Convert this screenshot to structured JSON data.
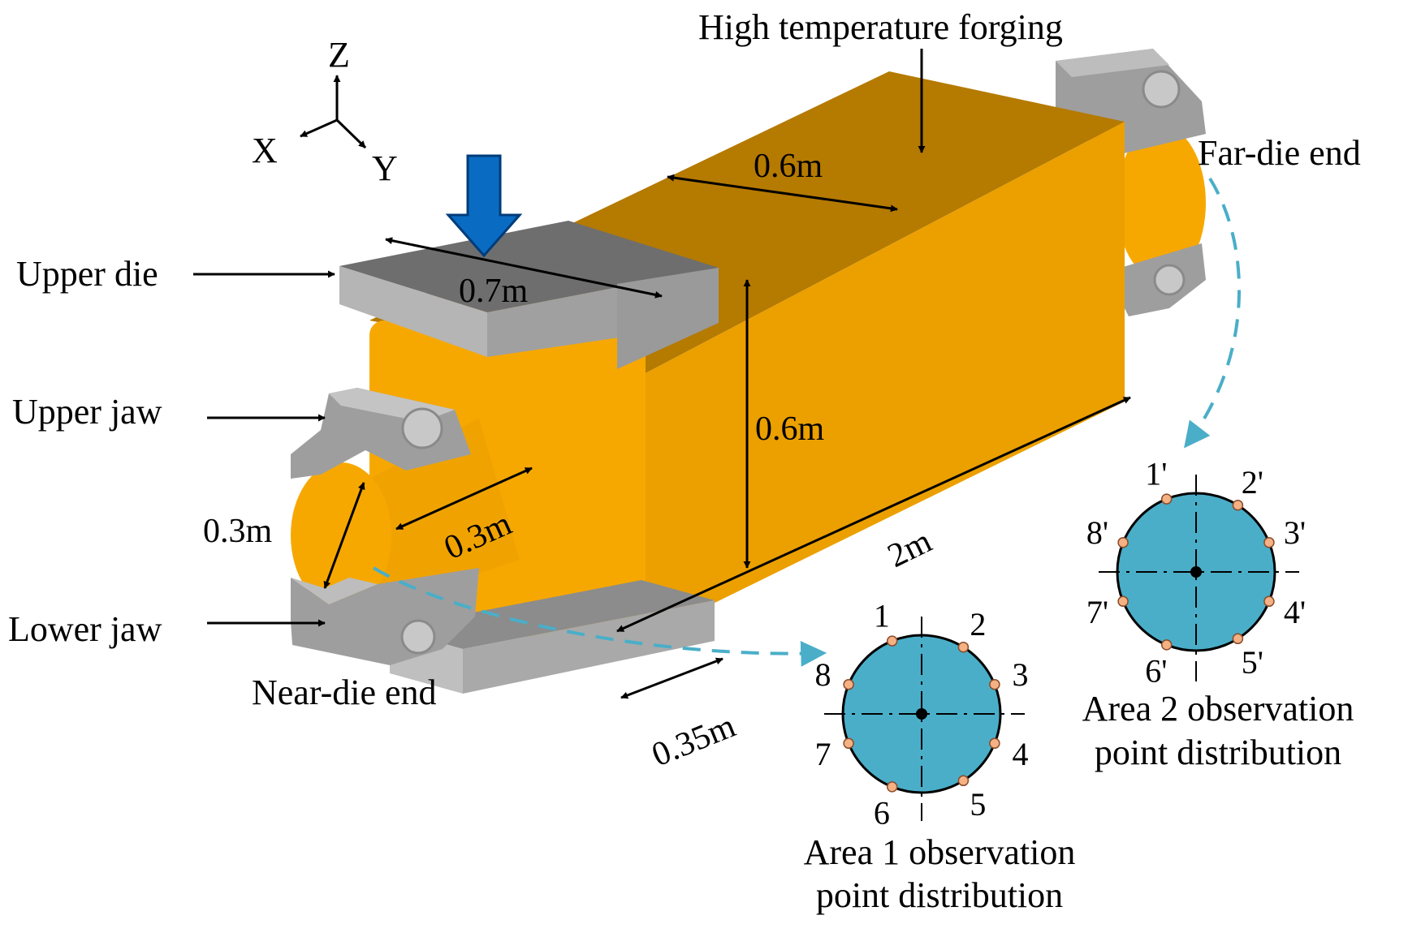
{
  "axes": {
    "z": "Z",
    "x": "X",
    "y": "Y"
  },
  "labels": {
    "forging": "High temperature forging",
    "upper_die": "Upper die",
    "upper_jaw": "Upper jaw",
    "lower_jaw": "Lower jaw",
    "near_end": "Near-die end",
    "far_end": "Far-die end"
  },
  "dimensions": {
    "forging_width": "0.6m",
    "forging_height": "0.6m",
    "forging_length": "2m",
    "die_length": "0.7m",
    "die_width": "0.35m",
    "bar_diameter": "0.3m",
    "bar_length": "0.3m"
  },
  "area1": {
    "caption_line1": "Area 1 observation",
    "caption_line2": "point distribution",
    "points": [
      "1",
      "2",
      "3",
      "4",
      "5",
      "6",
      "7",
      "8"
    ]
  },
  "area2": {
    "caption_line1": "Area 2 observation",
    "caption_line2": "point distribution",
    "points": [
      "1'",
      "2'",
      "3'",
      "4'",
      "5'",
      "6'",
      "7'",
      "8'"
    ]
  },
  "colors": {
    "forging_front": "#F7A800",
    "forging_top": "#B57A00",
    "forging_side": "#E99A00",
    "die_top": "#6E6E6E",
    "die_front": "#A9A9A9",
    "circle_fill": "#4AAEC8",
    "point_fill": "#F4B183",
    "path_dash": "#4AAEC8",
    "force_arrow": "#0A6BC2"
  }
}
